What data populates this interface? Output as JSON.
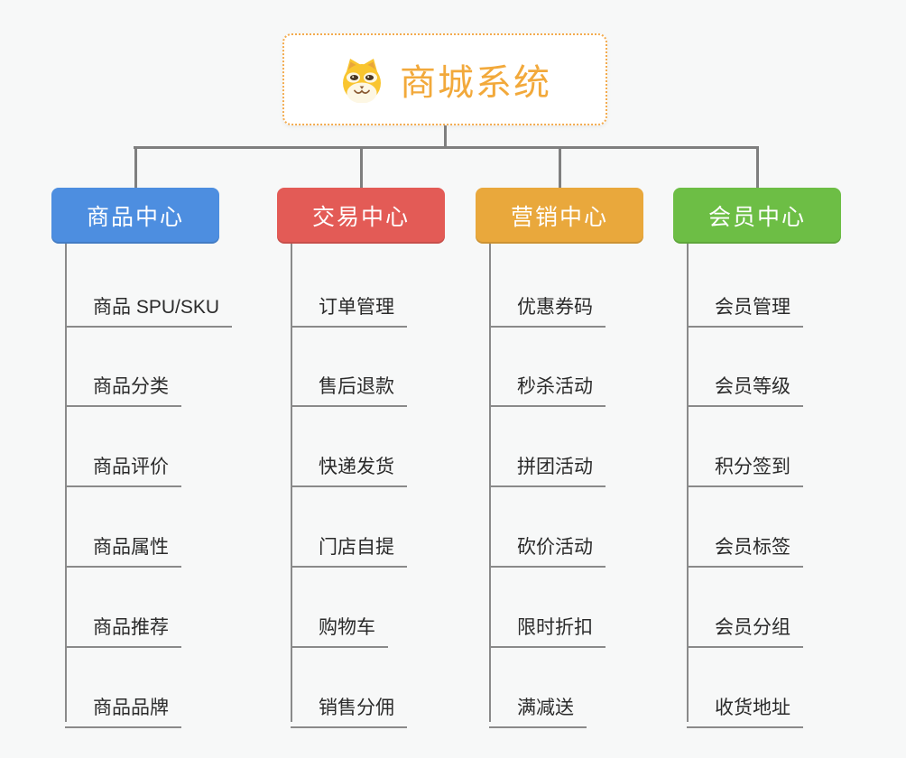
{
  "root": {
    "title": "商城系统",
    "icon": "doge-icon",
    "accent_color": "#f2a93b",
    "border_color": "#f3ab4e"
  },
  "connector_color": "#7f7f7f",
  "branches": [
    {
      "label": "商品中心",
      "color": "#4d8ee0",
      "items": [
        "商品 SPU/SKU",
        "商品分类",
        "商品评价",
        "商品属性",
        "商品推荐",
        "商品品牌"
      ]
    },
    {
      "label": "交易中心",
      "color": "#e35b56",
      "items": [
        "订单管理",
        "售后退款",
        "快递发货",
        "门店自提",
        "购物车",
        "销售分佣"
      ]
    },
    {
      "label": "营销中心",
      "color": "#e9a83c",
      "items": [
        "优惠券码",
        "秒杀活动",
        "拼团活动",
        "砍价活动",
        "限时折扣",
        "满减送"
      ]
    },
    {
      "label": "会员中心",
      "color": "#6dbe45",
      "items": [
        "会员管理",
        "会员等级",
        "积分签到",
        "会员标签",
        "会员分组",
        "收货地址"
      ]
    }
  ]
}
